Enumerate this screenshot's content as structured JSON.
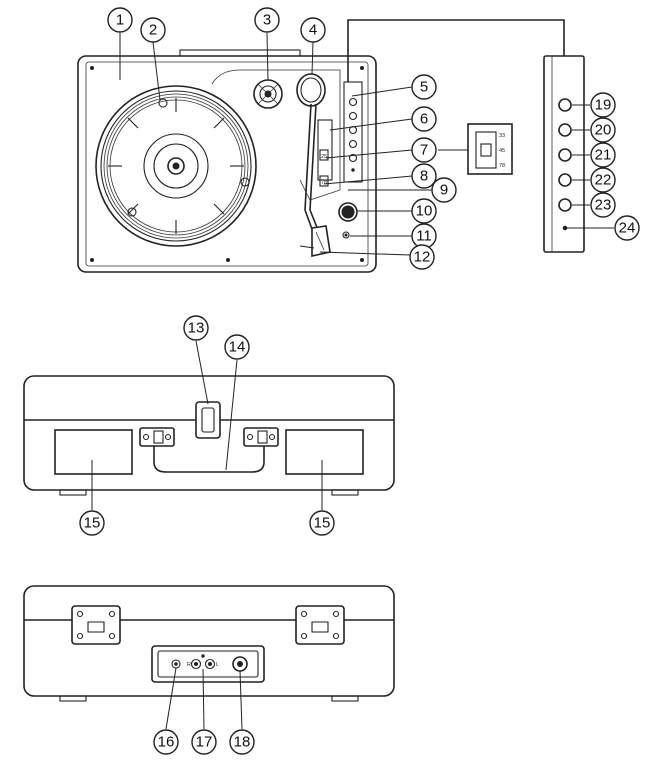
{
  "callouts": {
    "c1": "1",
    "c2": "2",
    "c3": "3",
    "c4": "4",
    "c5": "5",
    "c6": "6",
    "c7": "7",
    "c8": "8",
    "c9": "9",
    "c10": "10",
    "c11": "11",
    "c12": "12",
    "c13": "13",
    "c14": "14",
    "c15a": "15",
    "c15b": "15",
    "c16": "16",
    "c17": "17",
    "c18": "18",
    "c19": "19",
    "c20": "20",
    "c21": "21",
    "c22": "22",
    "c23": "23",
    "c24": "24"
  },
  "speed_selector": {
    "s33": "33",
    "s45": "45",
    "s78": "78"
  },
  "rear_panel": {
    "r_label": "R",
    "l_label": "L"
  }
}
